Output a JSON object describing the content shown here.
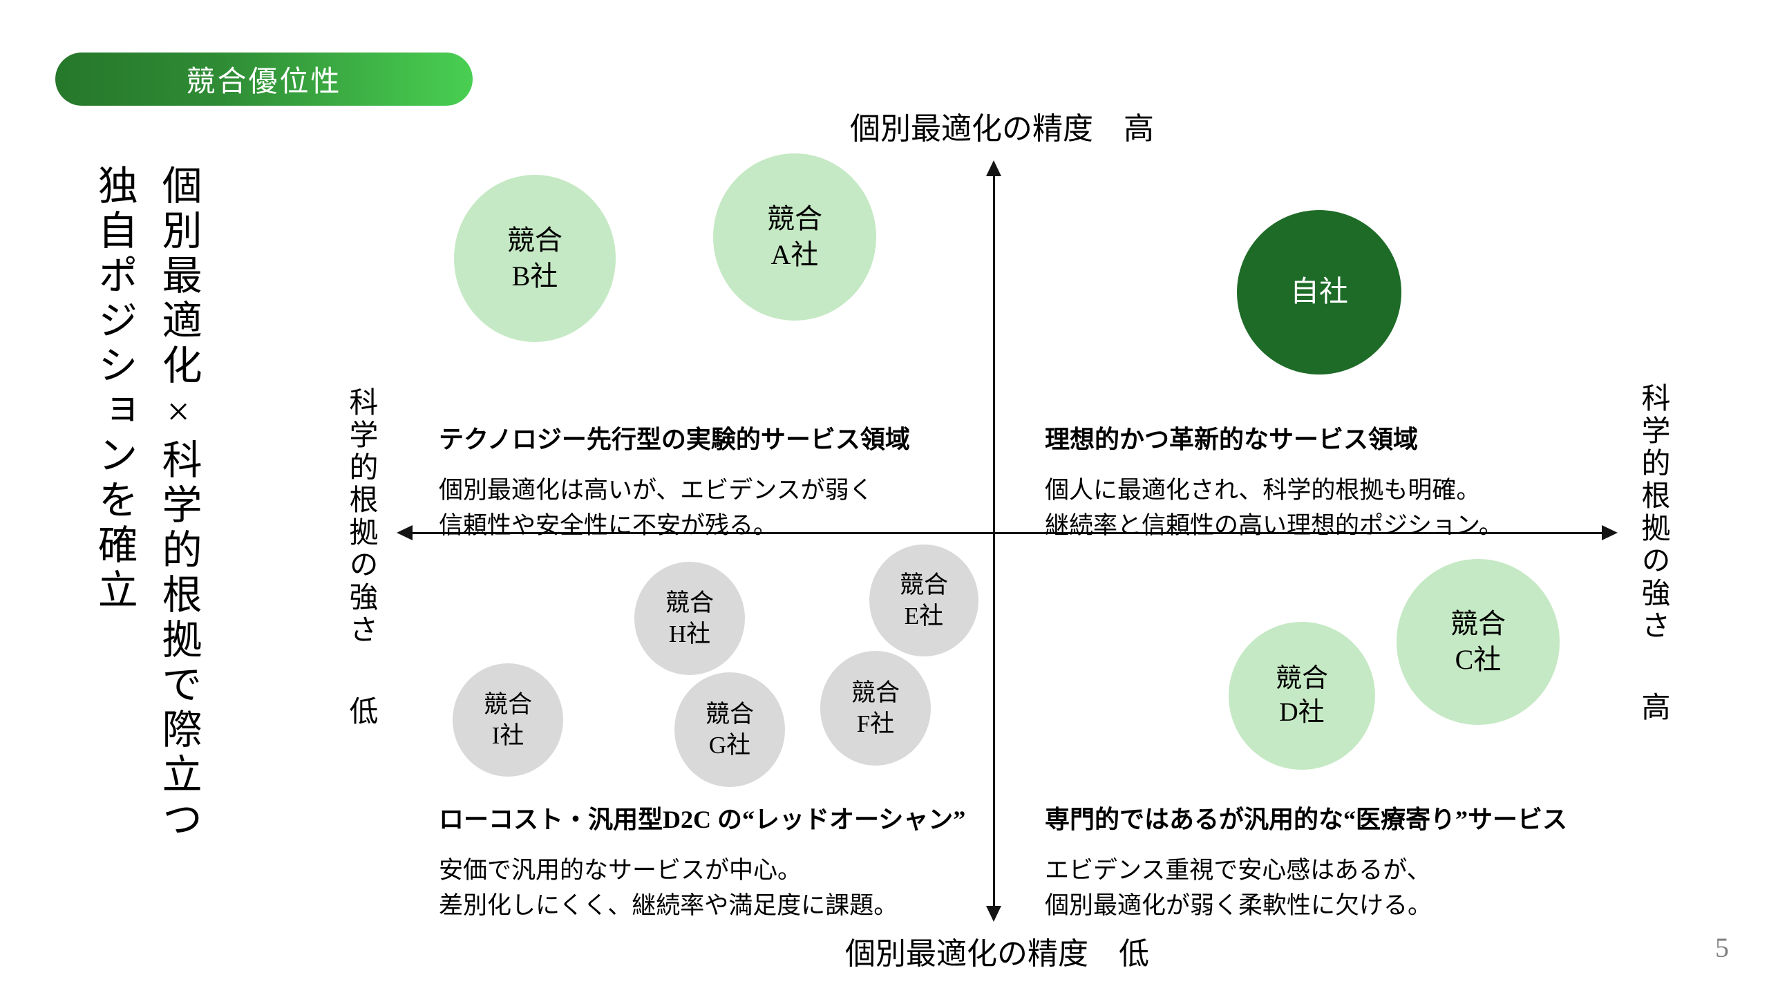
{
  "slide": {
    "page_number": "5",
    "badge": {
      "label": "競合優位性"
    },
    "headline": {
      "line1": "個別最適化×科学的根拠で際立つ",
      "line2": "独自ポジションを確立"
    }
  },
  "axes": {
    "top_label": "個別最適化の精度　高",
    "bottom_label": "個別最適化の精度　低",
    "left_label": "科学的根拠の強さ",
    "left_extreme": "低",
    "right_label": "科学的根拠の強さ",
    "right_extreme": "高",
    "x_meaning": "科学的根拠の強さ（左=低、右=高）",
    "y_meaning": "個別最適化の精度（上=高、下=低）"
  },
  "quadrants": {
    "top_left": {
      "title": "テクノロジー先行型の実験的サービス領域",
      "line1": "個別最適化は高いが、エビデンスが弱く",
      "line2": "信頼性や安全性に不安が残る。"
    },
    "top_right": {
      "title": "理想的かつ革新的なサービス領域",
      "line1": "個人に最適化され、科学的根拠も明確。",
      "line2": "継続率と信頼性の高い理想的ポジション。"
    },
    "bottom_left": {
      "title": "ローコスト・汎用型D2C の“レッドオーシャン”",
      "line1": "安価で汎用的なサービスが中心。",
      "line2": "差別化しにくく、継続率や満足度に課題。"
    },
    "bottom_right": {
      "title": "専門的ではあるが汎用的な“医療寄り”サービス",
      "line1": "エビデンス重視で安心感はあるが、",
      "line2": "個別最適化が弱く柔軟性に欠ける。"
    }
  },
  "bubbles": [
    {
      "line1": "競合",
      "line2": "B社",
      "quadrant": "top_left",
      "fill": "#c5e9c4",
      "text_color": "#000000"
    },
    {
      "line1": "競合",
      "line2": "A社",
      "quadrant": "top_left",
      "fill": "#c5e9c4",
      "text_color": "#000000"
    },
    {
      "line1": "自社",
      "line2": "",
      "quadrant": "top_right",
      "fill": "#1e6b28",
      "text_color": "#ffffff"
    },
    {
      "line1": "競合",
      "line2": "H社",
      "quadrant": "bottom_left",
      "fill": "#d9d9d9",
      "text_color": "#000000"
    },
    {
      "line1": "競合",
      "line2": "E社",
      "quadrant": "bottom_left",
      "fill": "#d9d9d9",
      "text_color": "#000000"
    },
    {
      "line1": "競合",
      "line2": "I社",
      "quadrant": "bottom_left",
      "fill": "#d9d9d9",
      "text_color": "#000000"
    },
    {
      "line1": "競合",
      "line2": "G社",
      "quadrant": "bottom_left",
      "fill": "#d9d9d9",
      "text_color": "#000000"
    },
    {
      "line1": "競合",
      "line2": "F社",
      "quadrant": "bottom_left",
      "fill": "#d9d9d9",
      "text_color": "#000000"
    },
    {
      "line1": "競合",
      "line2": "D社",
      "quadrant": "bottom_right",
      "fill": "#c5e9c4",
      "text_color": "#000000"
    },
    {
      "line1": "競合",
      "line2": "C社",
      "quadrant": "bottom_right",
      "fill": "#c5e9c4",
      "text_color": "#000000"
    }
  ],
  "colors": {
    "badge_gradient_start": "#26772a",
    "badge_gradient_end": "#49cf52",
    "bubble_light_green": "#c5e9c4",
    "bubble_dark_green": "#1e6b28",
    "bubble_gray": "#d9d9d9",
    "axis": "#141414",
    "page_number": "#7f7f7f"
  }
}
